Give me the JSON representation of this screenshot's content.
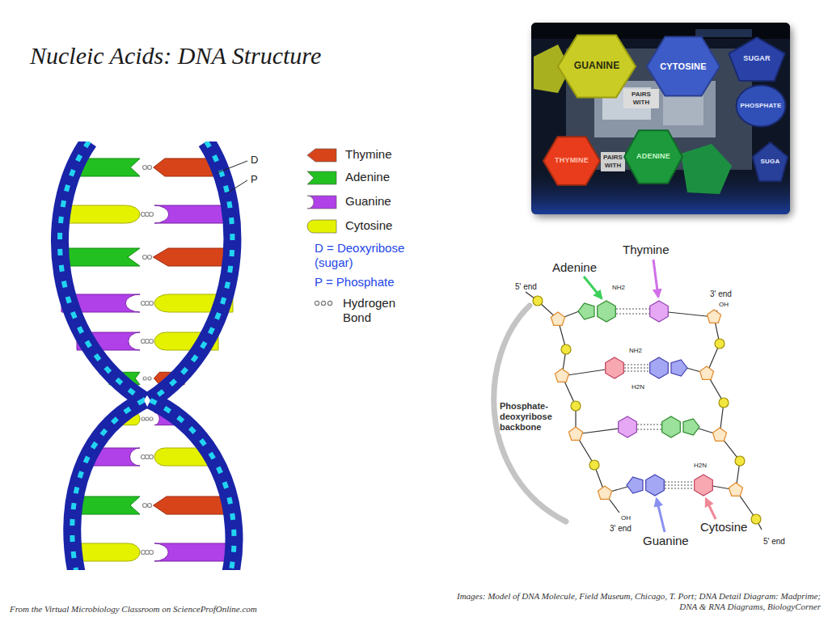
{
  "diagram": {
    "title": "Nucleic Acids: DNA Structure",
    "nodes": [
      {
        "text": [
          "GUANINE"
        ]
      },
      {
        "text": [
          "CYTOSINE"
        ]
      },
      {
        "text": [
          "SUGAR"
        ]
      },
      {
        "text": [
          "PHOSPHATE"
        ]
      },
      {
        "text": [
          "THYMINE"
        ]
      },
      {
        "text": [
          "ADENINE"
        ]
      },
      {
        "text": [
          "SUGA"
        ]
      }
    ],
    "labels": [
      "PAIRS WITH",
      "PAIRS WITH",
      "D",
      "P",
      "Adenine",
      "Thymine",
      "5' end",
      "3' end",
      "NH2",
      "OH",
      "NH2",
      "H2N",
      "Phosphate-deoxyribose backbone",
      "H2N",
      "OH",
      "3' end",
      "Guanine",
      "Cytosine",
      "5' end",
      "From the Virtual Microbiology Classroom on ScienceProfOnline.com",
      "Images: Model of DNA Molecule, Field Museum, Chicago, T. Port; DNA Detail Diagram: Madprime; DNA & RNA Diagrams, BiologyCorner"
    ],
    "legend": [
      {
        "text": "Thymine",
        "color": "#d8441a"
      },
      {
        "text": "Adenine",
        "color": "#22c020"
      },
      {
        "text": "Guanine",
        "color": "#b040e8"
      },
      {
        "text": "Cytosine",
        "color": "#e4f200"
      },
      {
        "text": "D = Deoxyribose (sugar)"
      },
      {
        "text": "P = Phosphate"
      },
      {
        "text": "Hydrogen Bond"
      }
    ]
  }
}
